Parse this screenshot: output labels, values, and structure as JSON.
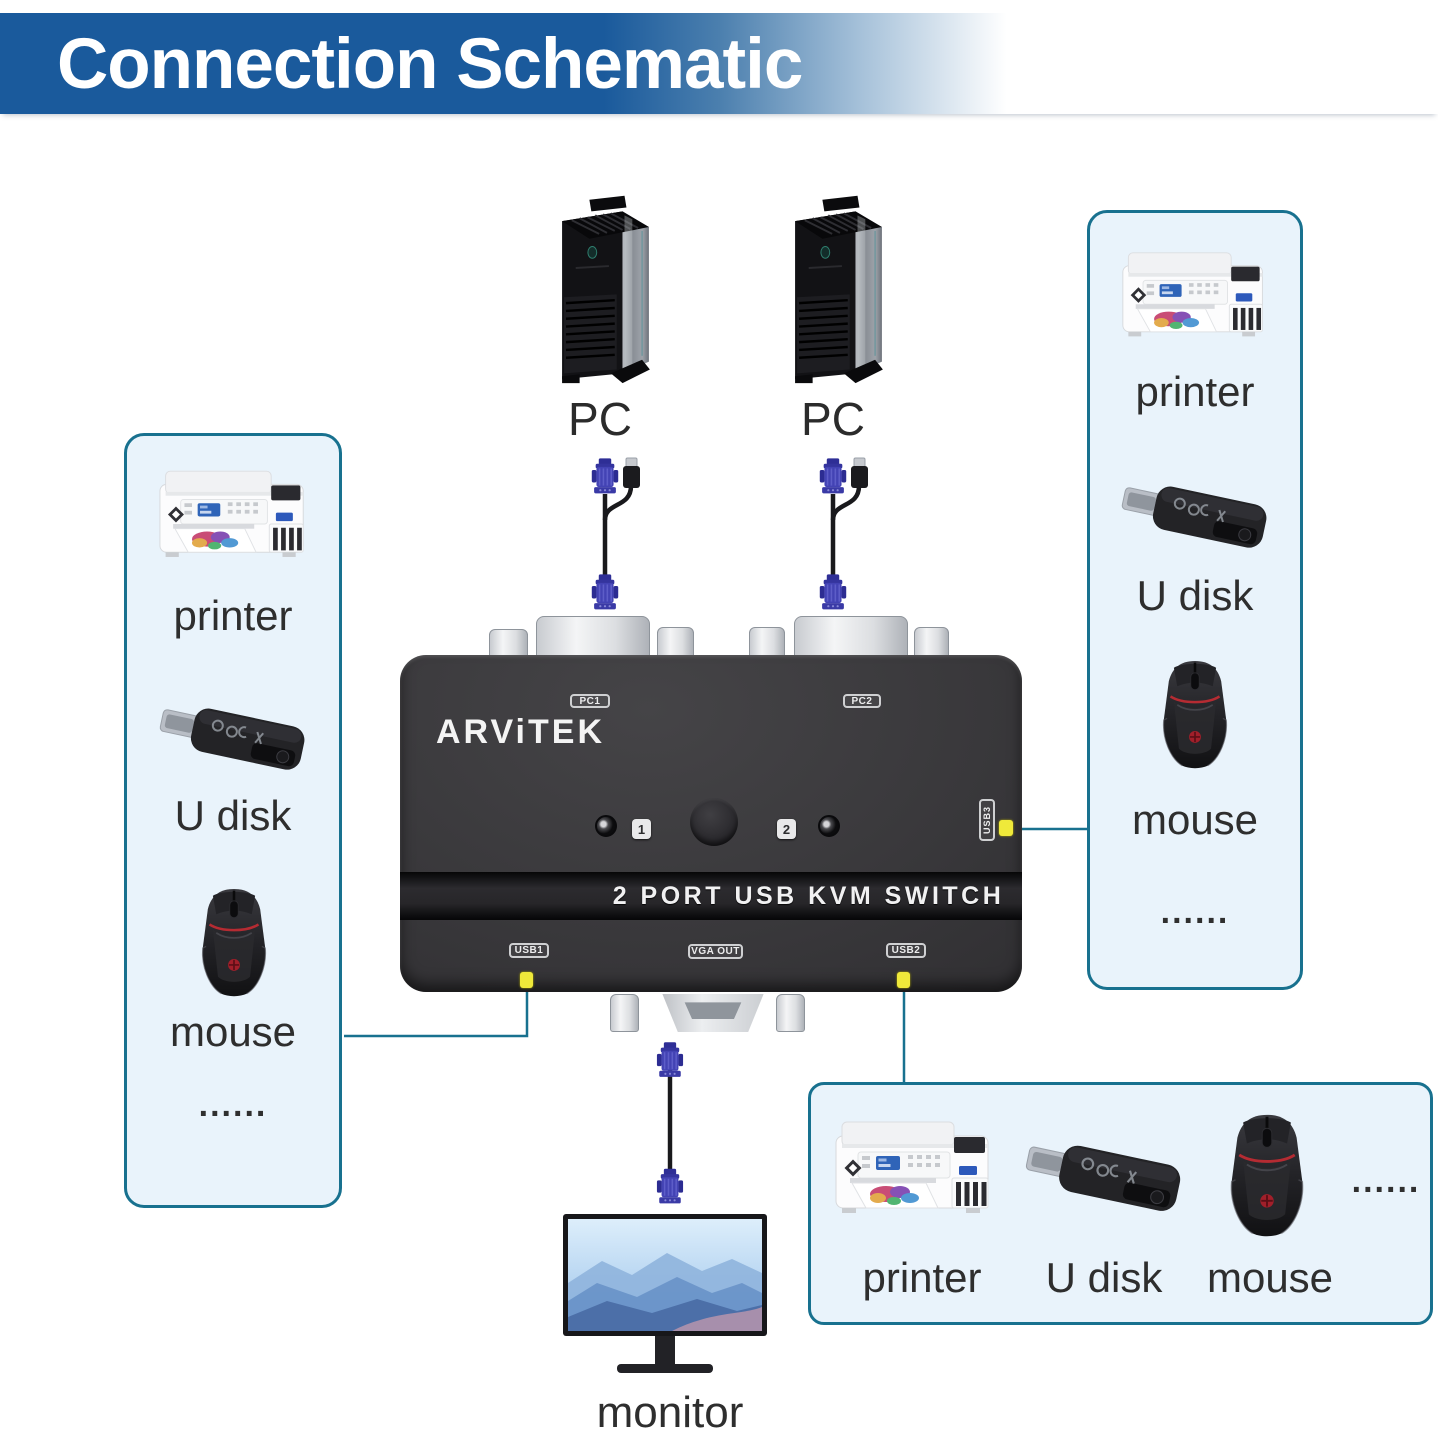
{
  "header": {
    "title": "Connection Schematic"
  },
  "computers": {
    "pc1_label": "PC",
    "pc2_label": "PC"
  },
  "kvm": {
    "brand": "ARViTEK",
    "band_text": "2 PORT USB KVM SWITCH",
    "labels": {
      "pc1": "PC1",
      "pc2": "PC2",
      "usb1": "USB1",
      "vga_out": "VGA OUT",
      "usb2": "USB2",
      "usb3": "USB3",
      "key1": "1",
      "key2": "2"
    }
  },
  "panels": {
    "left": {
      "items": [
        {
          "name": "printer",
          "label": "printer"
        },
        {
          "name": "u-disk",
          "label": "U disk"
        },
        {
          "name": "mouse",
          "label": "mouse"
        },
        {
          "name": "more",
          "label": "......"
        }
      ]
    },
    "right": {
      "items": [
        {
          "name": "printer",
          "label": "printer"
        },
        {
          "name": "u-disk",
          "label": "U disk"
        },
        {
          "name": "mouse",
          "label": "mouse"
        },
        {
          "name": "more",
          "label": "......"
        }
      ]
    },
    "bottom": {
      "items": [
        {
          "name": "printer",
          "label": "printer"
        },
        {
          "name": "u-disk",
          "label": "U disk"
        },
        {
          "name": "mouse",
          "label": "mouse"
        },
        {
          "name": "more",
          "label": "......"
        }
      ]
    }
  },
  "monitor": {
    "label": "monitor"
  },
  "colors": {
    "banner_blue": "#1a5a9c",
    "panel_fill": "#e9f3fb",
    "panel_border": "#18718f",
    "connection_line": "#18718f",
    "indicator_yellow": "#efe93a",
    "kvm_body": "#343336",
    "label_text": "#2e2e2e"
  }
}
